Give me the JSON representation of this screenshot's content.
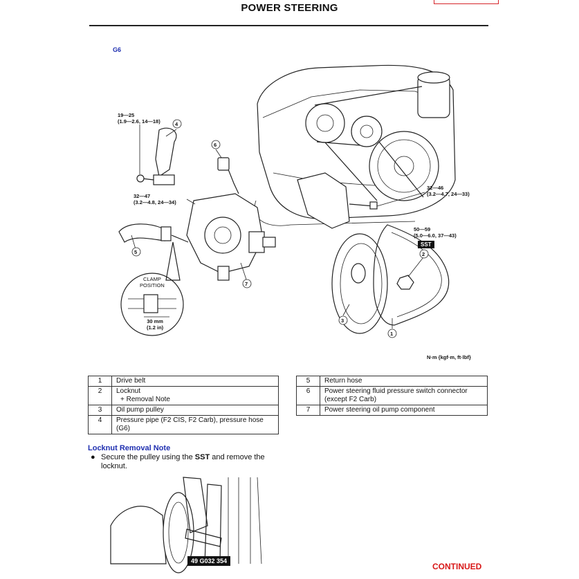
{
  "header": {
    "title": "POWER STEERING"
  },
  "section_tag": "G6",
  "diagram": {
    "labels": {
      "torque_hose_bolt": [
        "19—25",
        "(1.9—2.6, 14—18)"
      ],
      "torque_pump_bracket": [
        "32—47",
        "(3.2—4.8, 24—34)"
      ],
      "torque_pump_bolt": [
        "32—46",
        "(3.2—4.7, 24—33)"
      ],
      "torque_locknut": [
        "50—59",
        "(5.0—6.0, 37—43)"
      ],
      "sst": "SST",
      "clamp_position": [
        "CLAMP",
        "POSITION"
      ],
      "clamp_distance": [
        "30 mm",
        "(1.2 in)"
      ],
      "callouts": [
        "1",
        "2",
        "3",
        "4",
        "5",
        "6",
        "7"
      ]
    },
    "units": "N·m {kgf·m, ft·lbf}"
  },
  "parts_table_left": [
    {
      "num": "1",
      "desc": [
        "Drive belt"
      ]
    },
    {
      "num": "2",
      "desc": [
        "Locknut",
        "+  Removal Note"
      ]
    },
    {
      "num": "3",
      "desc": [
        "Oil pump pulley"
      ]
    },
    {
      "num": "4",
      "desc": [
        "Pressure pipe (F2 CIS, F2 Carb), pressure hose",
        "(G6)"
      ]
    }
  ],
  "parts_table_right": [
    {
      "num": "5",
      "desc": [
        "Return hose"
      ]
    },
    {
      "num": "6",
      "desc": [
        "Power steering fluid pressure switch connector",
        "(except F2 Carb)"
      ]
    },
    {
      "num": "7",
      "desc": [
        "Power steering oil pump component"
      ]
    }
  ],
  "note": {
    "heading": "Locknut Removal Note",
    "bullet_symbol": "●",
    "text_before": "Secure the pulley using the ",
    "text_bold": "SST",
    "text_after": " and remove the locknut."
  },
  "tool_number": "49 G032 354",
  "footer": {
    "continued": "CONTINUED"
  },
  "colors": {
    "accent_blue": "#1f2fb0",
    "continued_red": "#d81818"
  }
}
